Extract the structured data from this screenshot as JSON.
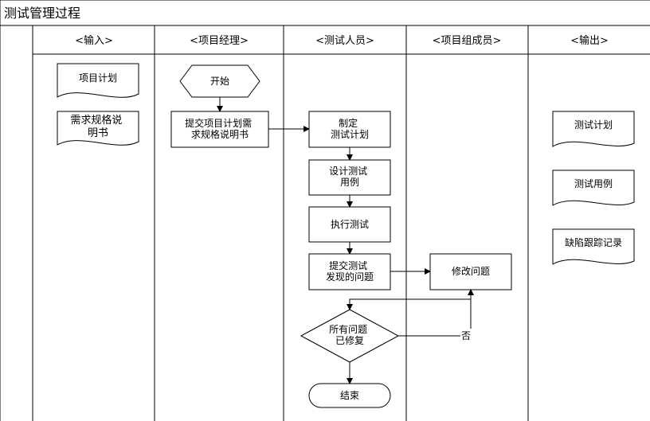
{
  "title": "测试管理过程",
  "lanes": [
    "<输入>",
    "<项目经理>",
    "<测试人员>",
    "<项目组成员>",
    "<输出>"
  ],
  "nodes": {
    "input_plan": [
      "项目计划"
    ],
    "input_spec": [
      "需求规格说",
      "明书"
    ],
    "start": [
      "开始"
    ],
    "submit": [
      "提交项目计划需",
      "求规格说明书"
    ],
    "make_plan": [
      "制定",
      "测试计划"
    ],
    "design": [
      "设计测试",
      "用例"
    ],
    "execute": [
      "执行测试"
    ],
    "submit_issues": [
      "提交测试",
      "发现的问题"
    ],
    "fix": [
      "修改问题"
    ],
    "decision": [
      "所有问题",
      "已修复"
    ],
    "end": [
      "结束"
    ],
    "out_plan": [
      "测试计划"
    ],
    "out_case": [
      "测试用例"
    ],
    "out_defect": [
      "缺陷跟踪记录"
    ]
  },
  "edge_labels": {
    "no": "否"
  }
}
